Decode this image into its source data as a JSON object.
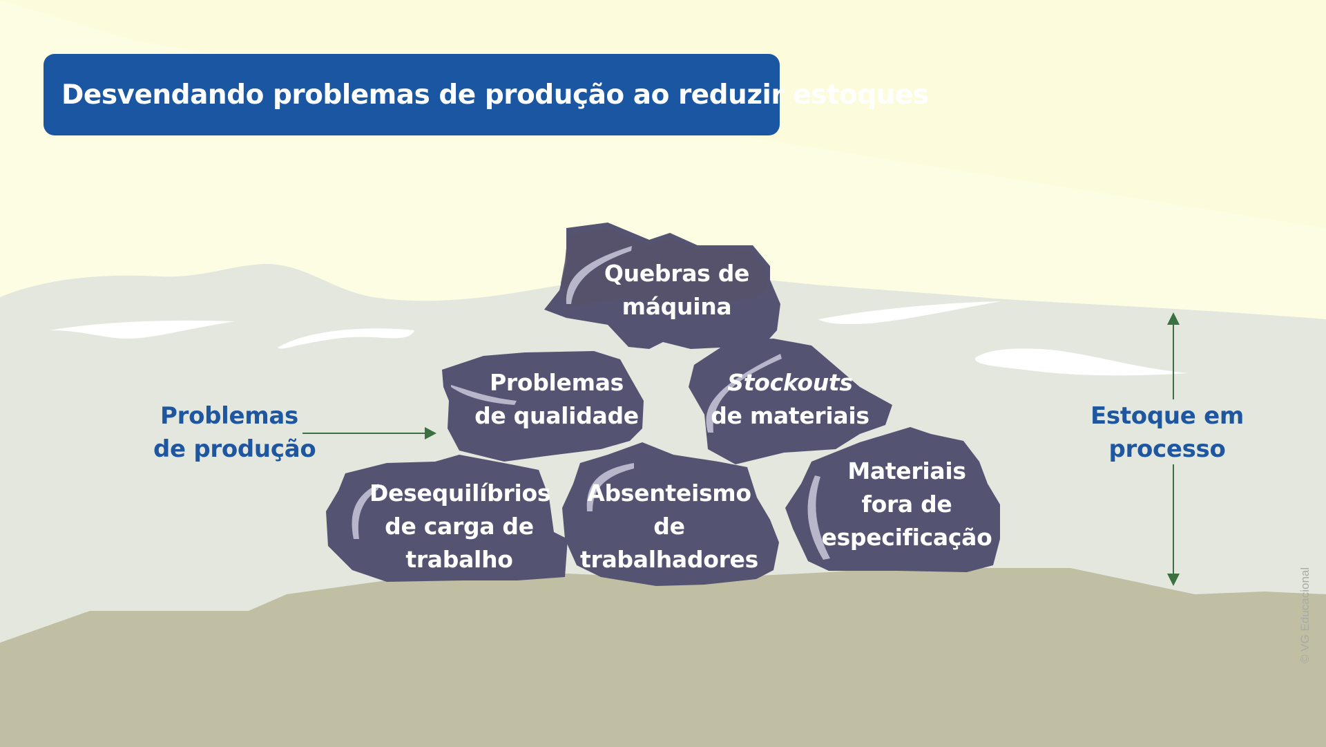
{
  "title": "Desvendando problemas de produção ao reduzir estoques",
  "left_label": {
    "line1": "Problemas",
    "line2": "de produção"
  },
  "right_label": {
    "line1": "Estoque em",
    "line2": "processo"
  },
  "rocks": [
    {
      "id": "quebras",
      "lines": [
        "Quebras de",
        "máquina"
      ]
    },
    {
      "id": "qualidade",
      "lines": [
        "Problemas",
        "de qualidade"
      ]
    },
    {
      "id": "stockouts",
      "lines_italic": "Stockouts",
      "lines": [
        "de materiais"
      ]
    },
    {
      "id": "desequilibrios",
      "lines": [
        "Desequilíbrios",
        "de carga de",
        "trabalho"
      ]
    },
    {
      "id": "absenteismo",
      "lines": [
        "Absenteismo",
        "de",
        "trabalhadores"
      ]
    },
    {
      "id": "materiais",
      "lines": [
        "Materiais",
        "fora de",
        "especificação"
      ]
    }
  ],
  "copyright": "© VG Educacional",
  "colors": {
    "sky": "#fdfde4",
    "sky_light": "#fbfad9",
    "water": "#e3e7de",
    "ground": "#c0bea3",
    "rock": "#545472",
    "rock_top": "#56516c",
    "banner": "#1b56a2",
    "label_blue": "#1e56a0",
    "arrow_green": "#3b7040"
  }
}
